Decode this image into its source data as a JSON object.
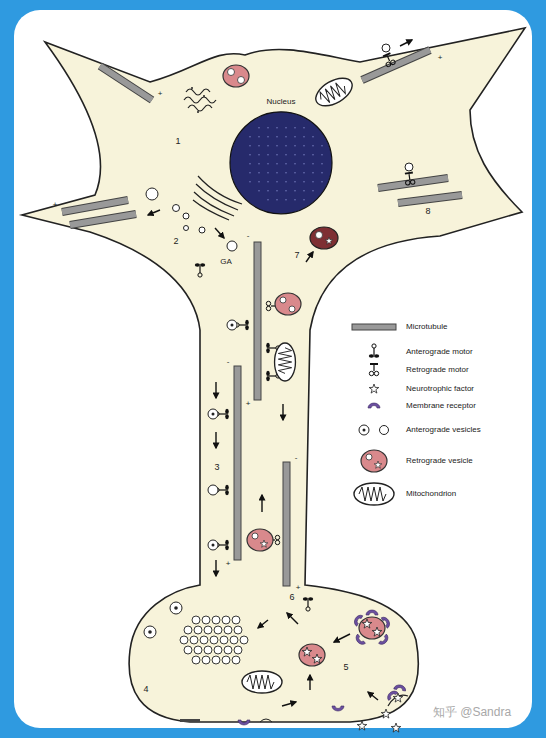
{
  "diagram": {
    "nodes": [
      {
        "text": [
          "Nucleus"
        ]
      }
    ],
    "labels": [
      "1",
      "2",
      "3",
      "4",
      "5",
      "6",
      "7",
      "8",
      "GA",
      "-",
      "+",
      "-",
      "+",
      "-",
      "+",
      "+",
      "+",
      "+",
      "知乎 @Sandra"
    ],
    "legend": [
      {
        "text": "Microtubule"
      },
      {
        "text": "Anterograde motor"
      },
      {
        "text": "Retrograde motor"
      },
      {
        "text": "Neurotrophic factor"
      },
      {
        "text": "Membrane receptor"
      },
      {
        "text": "Anterograde vesicles"
      },
      {
        "text": "Retrograde vesicle"
      },
      {
        "text": "Mitochondrion"
      }
    ]
  }
}
